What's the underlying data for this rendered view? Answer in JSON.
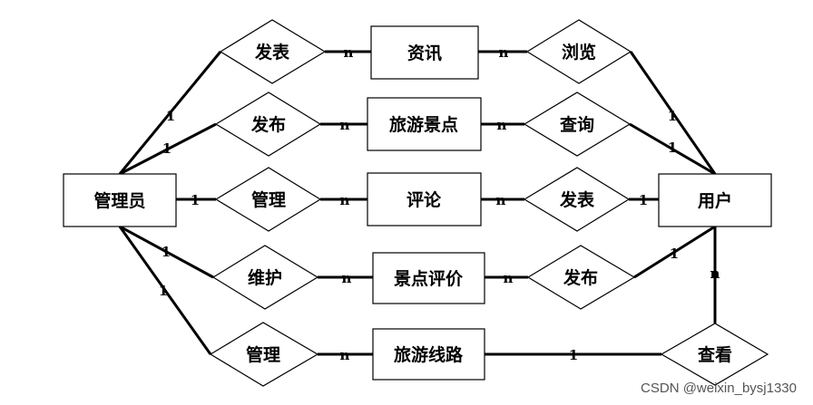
{
  "entities": {
    "admin": "管理员",
    "user": "用户",
    "news": "资讯",
    "spots": "旅游景点",
    "comments": "评论",
    "spot_reviews": "景点评价",
    "routes": "旅游线路"
  },
  "relationships": {
    "admin_news": "发表",
    "admin_spots": "发布",
    "admin_comments": "管理",
    "admin_reviews": "维护",
    "admin_routes": "管理",
    "user_news": "浏览",
    "user_spots": "查询",
    "user_comments": "发表",
    "user_reviews": "发布",
    "user_routes": "查看"
  },
  "cardinalities": {
    "one": "1",
    "many": "n"
  },
  "watermark": "CSDN @weixin_bysj1330"
}
